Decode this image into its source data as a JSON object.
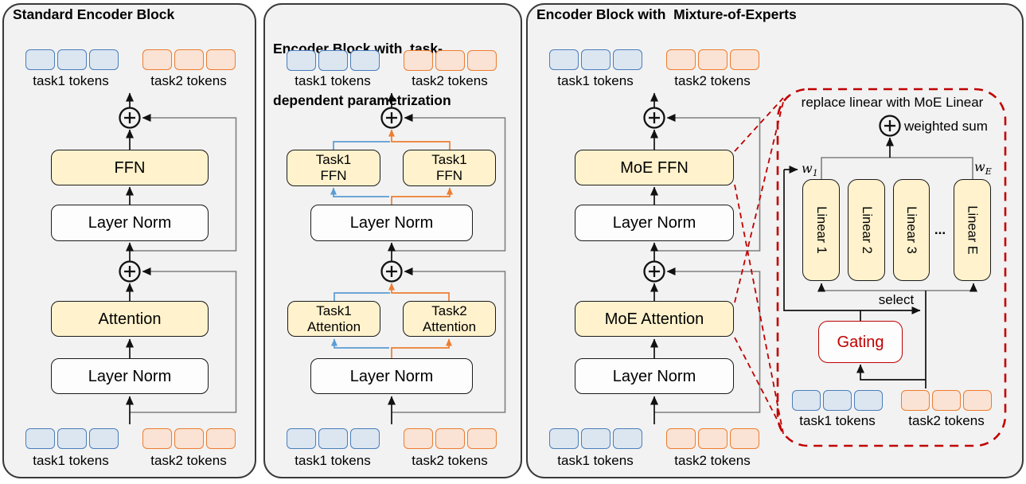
{
  "panel1": {
    "title": "Standard Encoder Block",
    "tokens_top": {
      "task1": "task1 tokens",
      "task2": "task2 tokens"
    },
    "boxes": {
      "ffn": "FFN",
      "layer_norm_upper": "Layer Norm",
      "attention": "Attention",
      "layer_norm_lower": "Layer Norm"
    },
    "tokens_bottom": {
      "task1": "task1 tokens",
      "task2": "task2 tokens"
    }
  },
  "panel2": {
    "title_line1": "Encoder Block with  task-",
    "title_line2": "dependent parametrization",
    "tokens_top": {
      "task1": "task1 tokens",
      "task2": "task2 tokens"
    },
    "boxes": {
      "ffn_left": {
        "line1": "Task1",
        "line2": "FFN"
      },
      "ffn_right": {
        "line1": "Task1",
        "line2": "FFN"
      },
      "layer_norm_upper": "Layer Norm",
      "attention_left": {
        "line1": "Task1",
        "line2": "Attention"
      },
      "attention_right": {
        "line1": "Task2",
        "line2": "Attention"
      },
      "layer_norm_lower": "Layer Norm"
    },
    "tokens_bottom": {
      "task1": "task1 tokens",
      "task2": "task2 tokens"
    }
  },
  "panel3": {
    "title": "Encoder Block with  Mixture-of-Experts",
    "tokens_top": {
      "task1": "task1 tokens",
      "task2": "task2 tokens"
    },
    "boxes": {
      "moe_ffn": "MoE FFN",
      "layer_norm_upper": "Layer Norm",
      "moe_attention": "MoE Attention",
      "layer_norm_lower": "Layer Norm"
    },
    "tokens_bottom": {
      "task1": "task1 tokens",
      "task2": "task2 tokens"
    },
    "callout": {
      "caption": "replace linear with MoE Linear",
      "weighted_sum_label": "weighted sum",
      "weight_first": {
        "base": "w",
        "sub": "1"
      },
      "weight_last": {
        "base": "w",
        "sub": "E"
      },
      "experts": [
        "Linear 1",
        "Linear 2",
        "Linear 3",
        "Linear E"
      ],
      "ellipsis": "...",
      "select_label": "select",
      "gating_label": "Gating",
      "tokens": {
        "task1": "task1 tokens",
        "task2": "task2 tokens"
      }
    }
  },
  "colors": {
    "panel_background": "#F2F2F2",
    "panel_border": "#3A3A3A",
    "block_fill_yellow": "#FFF2CC",
    "block_border": "#1A1A1A",
    "task1_token_fill": "#DCE6F1",
    "task1_token_border": "#4A7EBB",
    "task2_token_fill": "#FAE3D4",
    "task2_token_border": "#ED7D31",
    "wire_main": "#111111",
    "wire_residual": "#808080",
    "wire_task1": "#5B9BD5",
    "wire_task2": "#ED7D31",
    "moe_red": "#C00000"
  }
}
